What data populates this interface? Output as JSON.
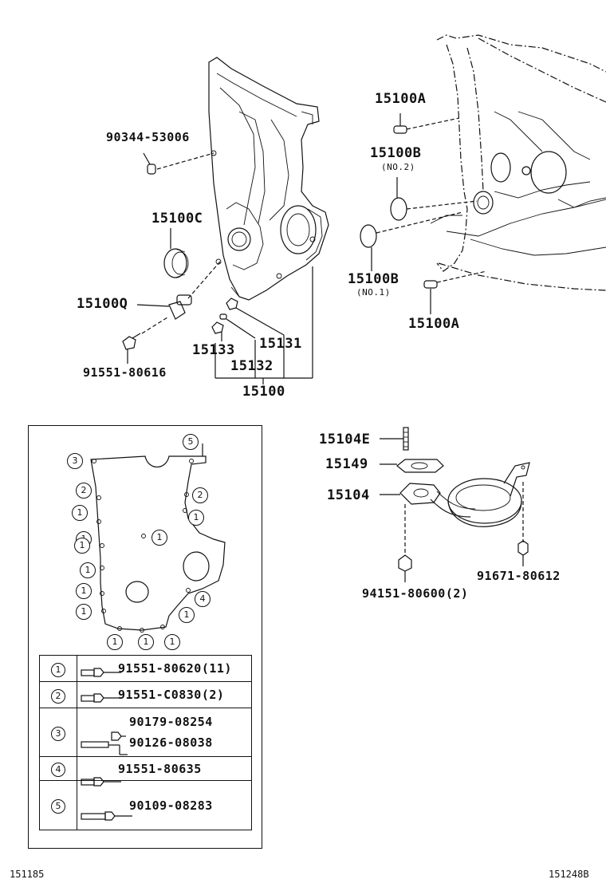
{
  "labels": {
    "p90344": "90344-53006",
    "p15100C": "15100C",
    "p15100Q": "15100Q",
    "p91551_80616": "91551-80616",
    "p15133": "15133",
    "p15132": "15132",
    "p15131": "15131",
    "p15100": "15100",
    "p15100A_top": "15100A",
    "p15100B_top": "15100B",
    "no2": "(NO.2)",
    "p15100B_bot": "15100B",
    "no1": "(NO.1)",
    "p15100A_bot": "15100A",
    "p15104E": "15104E",
    "p15149": "15149",
    "p15104": "15104",
    "p94151": "94151-80600(2)",
    "p91671": "91671-80612"
  },
  "callouts": {
    "c5": "5",
    "c3": "3",
    "c2": "2",
    "c1": "1",
    "c4": "4"
  },
  "legend": [
    {
      "num": "1",
      "parts": [
        "91551-80620(11)"
      ]
    },
    {
      "num": "2",
      "parts": [
        "91551-C0830(2)"
      ]
    },
    {
      "num": "3",
      "parts": [
        "90179-08254",
        "90126-08038"
      ]
    },
    {
      "num": "4",
      "parts": [
        "91551-80635"
      ]
    },
    {
      "num": "5",
      "parts": [
        "90109-08283"
      ]
    }
  ],
  "footer": {
    "left": "151185",
    "right": "151248B"
  }
}
